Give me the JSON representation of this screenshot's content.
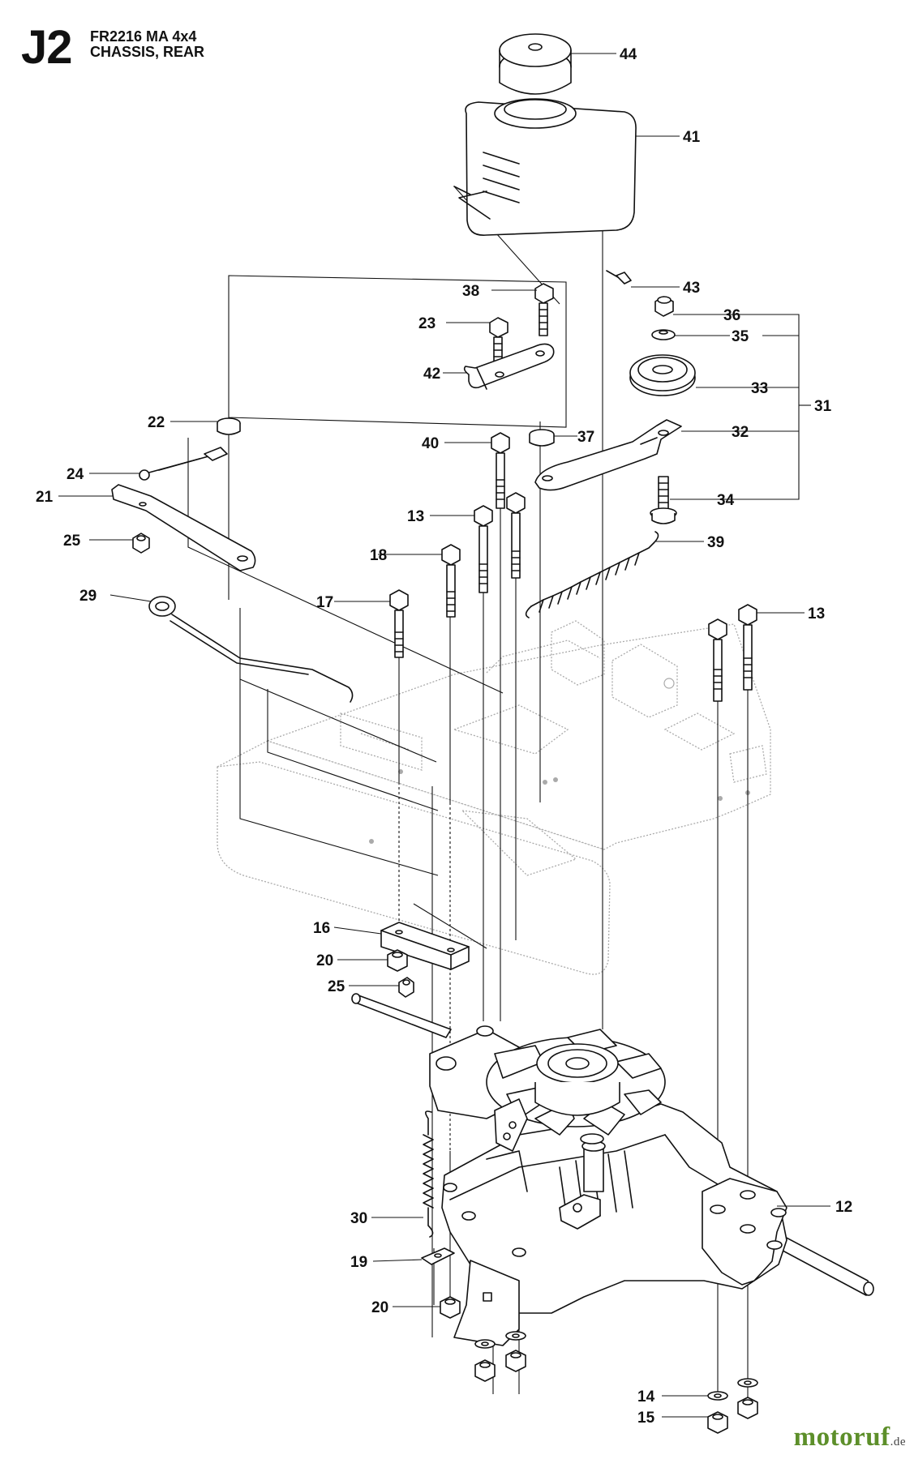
{
  "header": {
    "code": "J2",
    "model": "FR2216 MA 4x4",
    "section": "CHASSIS, REAR"
  },
  "watermark": {
    "brand": "motoruf",
    "tld": ".de"
  },
  "callouts": [
    {
      "id": "c44",
      "label": "44"
    },
    {
      "id": "c41",
      "label": "41"
    },
    {
      "id": "c43",
      "label": "43"
    },
    {
      "id": "c38",
      "label": "38"
    },
    {
      "id": "c36",
      "label": "36"
    },
    {
      "id": "c23",
      "label": "23"
    },
    {
      "id": "c35",
      "label": "35"
    },
    {
      "id": "c42",
      "label": "42"
    },
    {
      "id": "c33",
      "label": "33"
    },
    {
      "id": "c31",
      "label": "31"
    },
    {
      "id": "c22",
      "label": "22"
    },
    {
      "id": "c37",
      "label": "37"
    },
    {
      "id": "c32",
      "label": "32"
    },
    {
      "id": "c40",
      "label": "40"
    },
    {
      "id": "c24",
      "label": "24"
    },
    {
      "id": "c21",
      "label": "21"
    },
    {
      "id": "c34",
      "label": "34"
    },
    {
      "id": "c13a",
      "label": "13"
    },
    {
      "id": "c25a",
      "label": "25"
    },
    {
      "id": "c39",
      "label": "39"
    },
    {
      "id": "c18",
      "label": "18"
    },
    {
      "id": "c29",
      "label": "29"
    },
    {
      "id": "c17",
      "label": "17"
    },
    {
      "id": "c13b",
      "label": "13"
    },
    {
      "id": "c16",
      "label": "16"
    },
    {
      "id": "c20a",
      "label": "20"
    },
    {
      "id": "c25b",
      "label": "25"
    },
    {
      "id": "c30",
      "label": "30"
    },
    {
      "id": "c12",
      "label": "12"
    },
    {
      "id": "c19",
      "label": "19"
    },
    {
      "id": "c20b",
      "label": "20"
    },
    {
      "id": "c14",
      "label": "14"
    },
    {
      "id": "c15",
      "label": "15"
    }
  ]
}
